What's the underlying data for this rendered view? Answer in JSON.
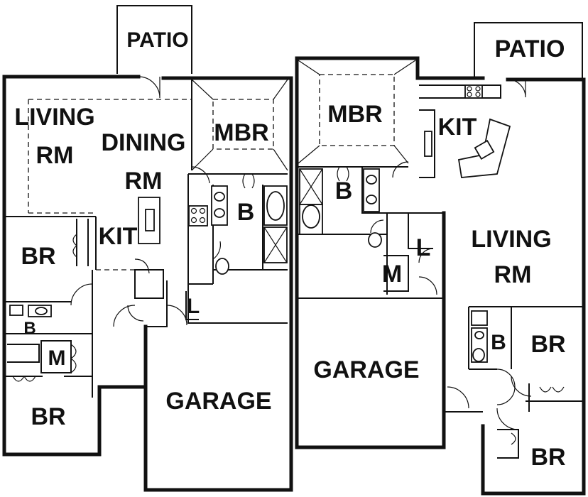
{
  "labels": {
    "patio_left": "PATIO",
    "patio_right": "PATIO",
    "living_left_1": "LIVING",
    "living_left_2": "RM",
    "dining_1": "DINING",
    "dining_2": "RM",
    "mbr_left": "MBR",
    "mbr_right": "MBR",
    "kit_left": "KIT",
    "kit_right": "KIT",
    "bath_left_master": "B",
    "bath_right_master": "B",
    "br_left_top": "BR",
    "br_left_bottom": "BR",
    "bath_left_small": "B",
    "m_left": "M",
    "l_left": "L",
    "garage_left": "GARAGE",
    "garage_right": "GARAGE",
    "m_right": "M",
    "l_right": "L",
    "living_right_1": "LIVING",
    "living_right_2": "RM",
    "bath_right_small": "B",
    "br_right_top": "BR",
    "br_right_bottom": "BR"
  }
}
